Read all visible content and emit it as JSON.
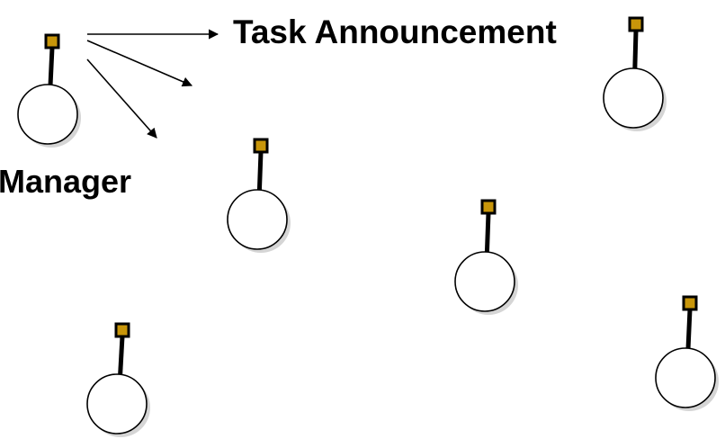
{
  "labels": {
    "announcement": "Task Announcement",
    "manager": "Manager"
  },
  "colors": {
    "antenna_tip": "#c8960a",
    "outline": "#000000",
    "node_fill": "#ffffff",
    "shadow": "#b3b3b3"
  },
  "icons": {
    "agent_node": "agent-node-icon",
    "antenna": "antenna-icon",
    "arrow": "arrow-icon"
  },
  "nodes": [
    {
      "id": "manager",
      "role": "manager"
    },
    {
      "id": "agent-1",
      "role": "contractor"
    },
    {
      "id": "agent-2",
      "role": "contractor"
    },
    {
      "id": "agent-3",
      "role": "contractor"
    },
    {
      "id": "agent-4",
      "role": "contractor"
    },
    {
      "id": "agent-5",
      "role": "contractor"
    }
  ],
  "arrows": [
    {
      "from": "manager"
    },
    {
      "from": "manager"
    },
    {
      "from": "manager"
    }
  ]
}
